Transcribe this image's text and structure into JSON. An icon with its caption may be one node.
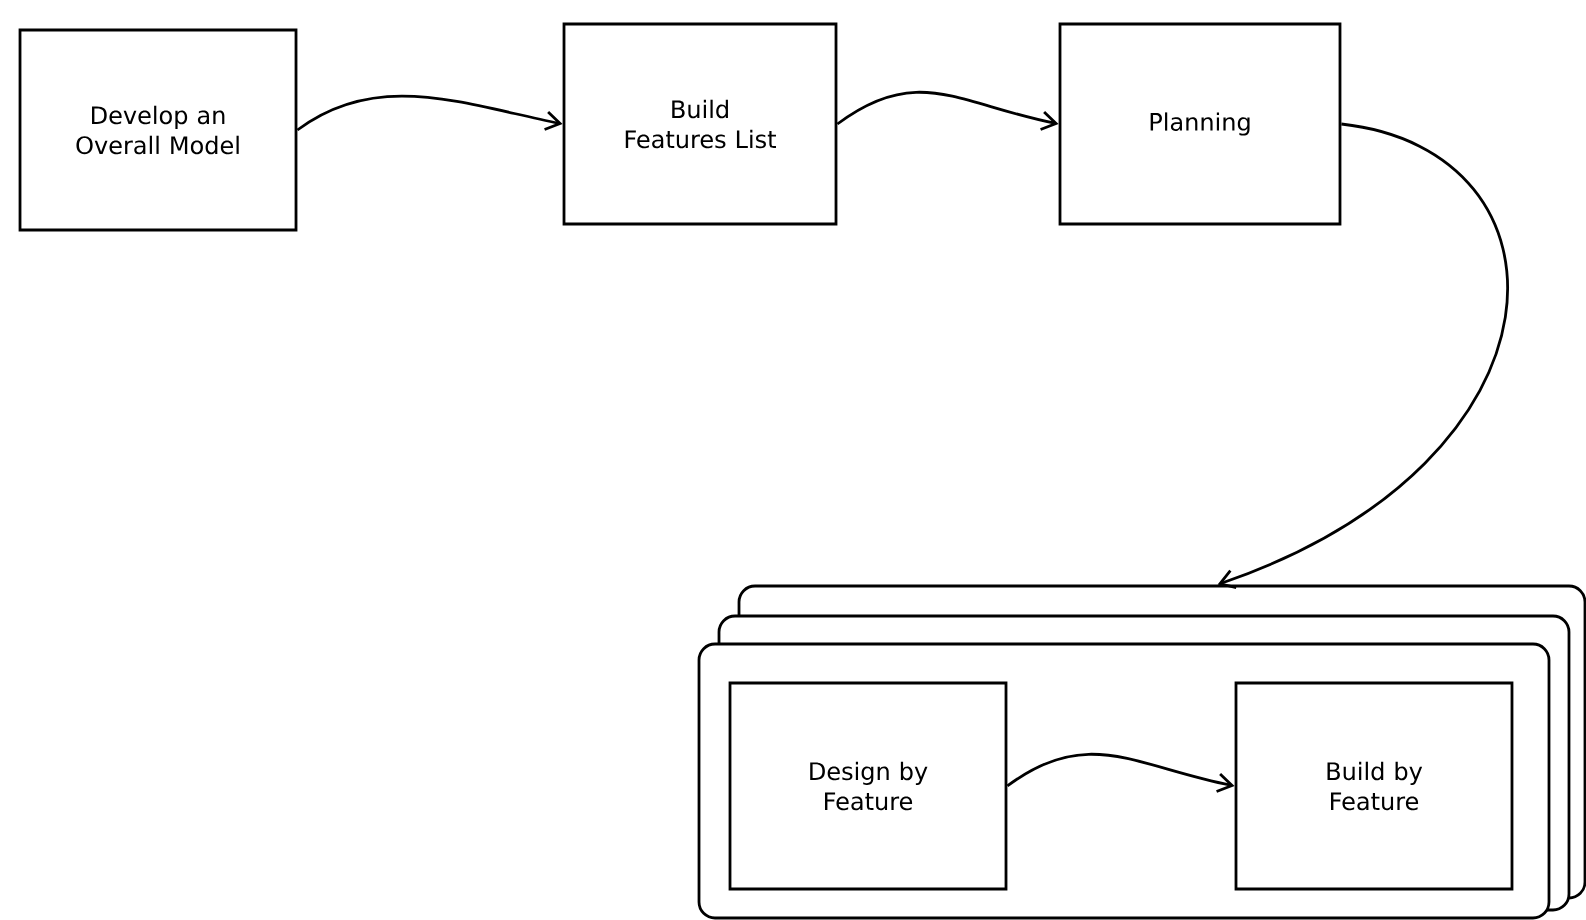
{
  "diagram": {
    "nodes": [
      {
        "text": [
          "Develop an Overall Model"
        ]
      },
      {
        "text": [
          "Build Features List"
        ]
      },
      {
        "text": [
          "Planning"
        ]
      },
      {
        "text": [],
        "shape": "box"
      },
      {
        "text": [
          "Design by Feature"
        ],
        "in": 3
      },
      {
        "text": [
          "Build by Feature"
        ],
        "in": 3
      }
    ],
    "edges": [
      {
        "from": 0,
        "to": 1,
        "arrow": "to"
      },
      {
        "from": 1,
        "to": 2,
        "arrow": "to"
      },
      {
        "from": 2,
        "to": 3,
        "arrow": "to"
      },
      {
        "from": 4,
        "to": 5,
        "arrow": "to"
      }
    ]
  }
}
